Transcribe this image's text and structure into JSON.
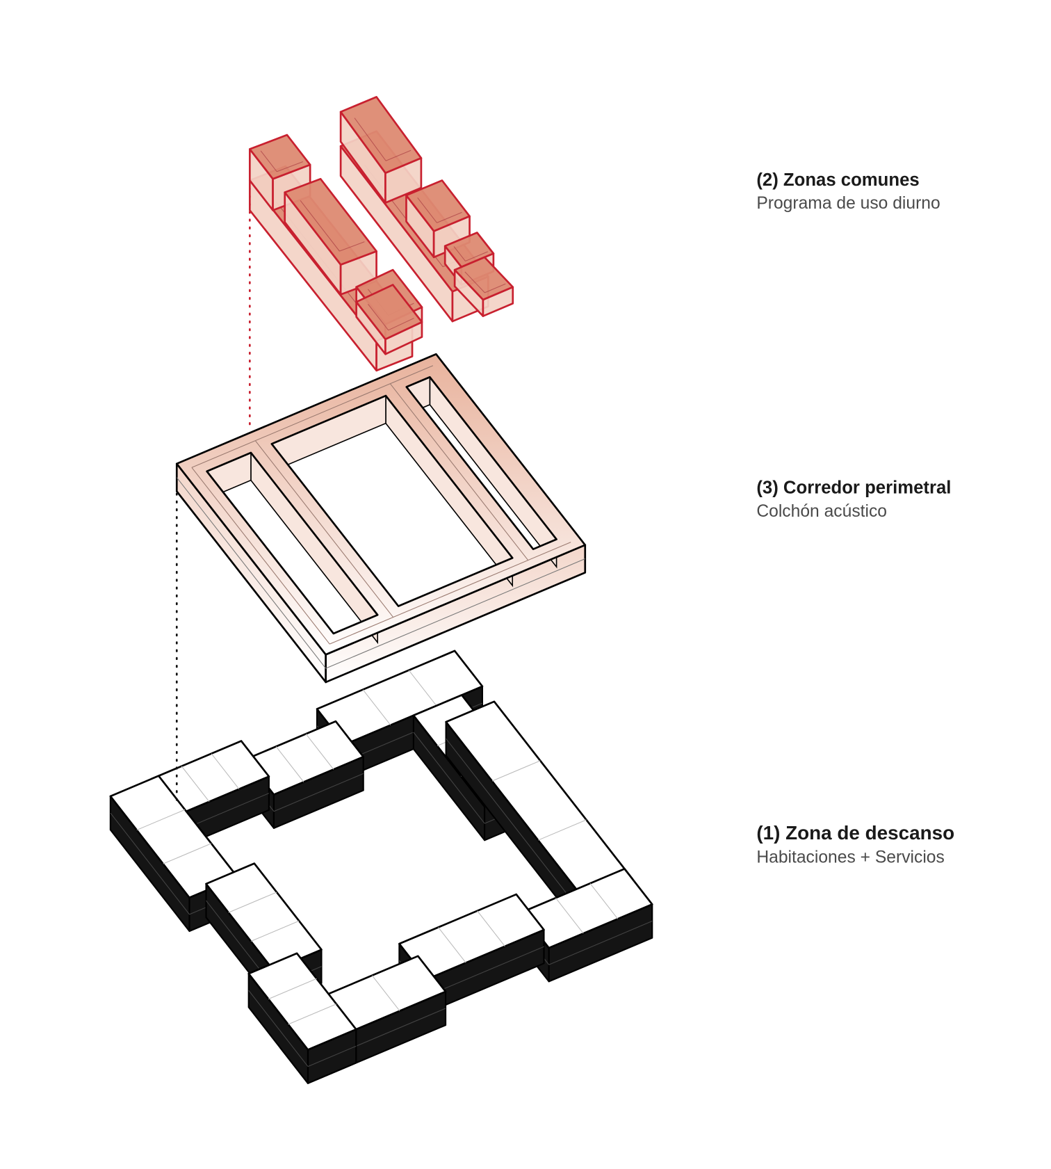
{
  "labels": [
    {
      "title": "(2) Zonas comunes",
      "subtitle": "Programa de uso diurno"
    },
    {
      "title": "(3) Corredor perimetral",
      "subtitle": "Colchón acústico"
    },
    {
      "title": "(1) Zona de descanso",
      "subtitle": "Habitaciones + Servicios"
    }
  ],
  "colors": {
    "common_zone_fill": "#dd8a72",
    "common_zone_stroke": "#c8202f",
    "corridor_tint": "#eab8a4",
    "rest_zone_side": "#141414"
  }
}
